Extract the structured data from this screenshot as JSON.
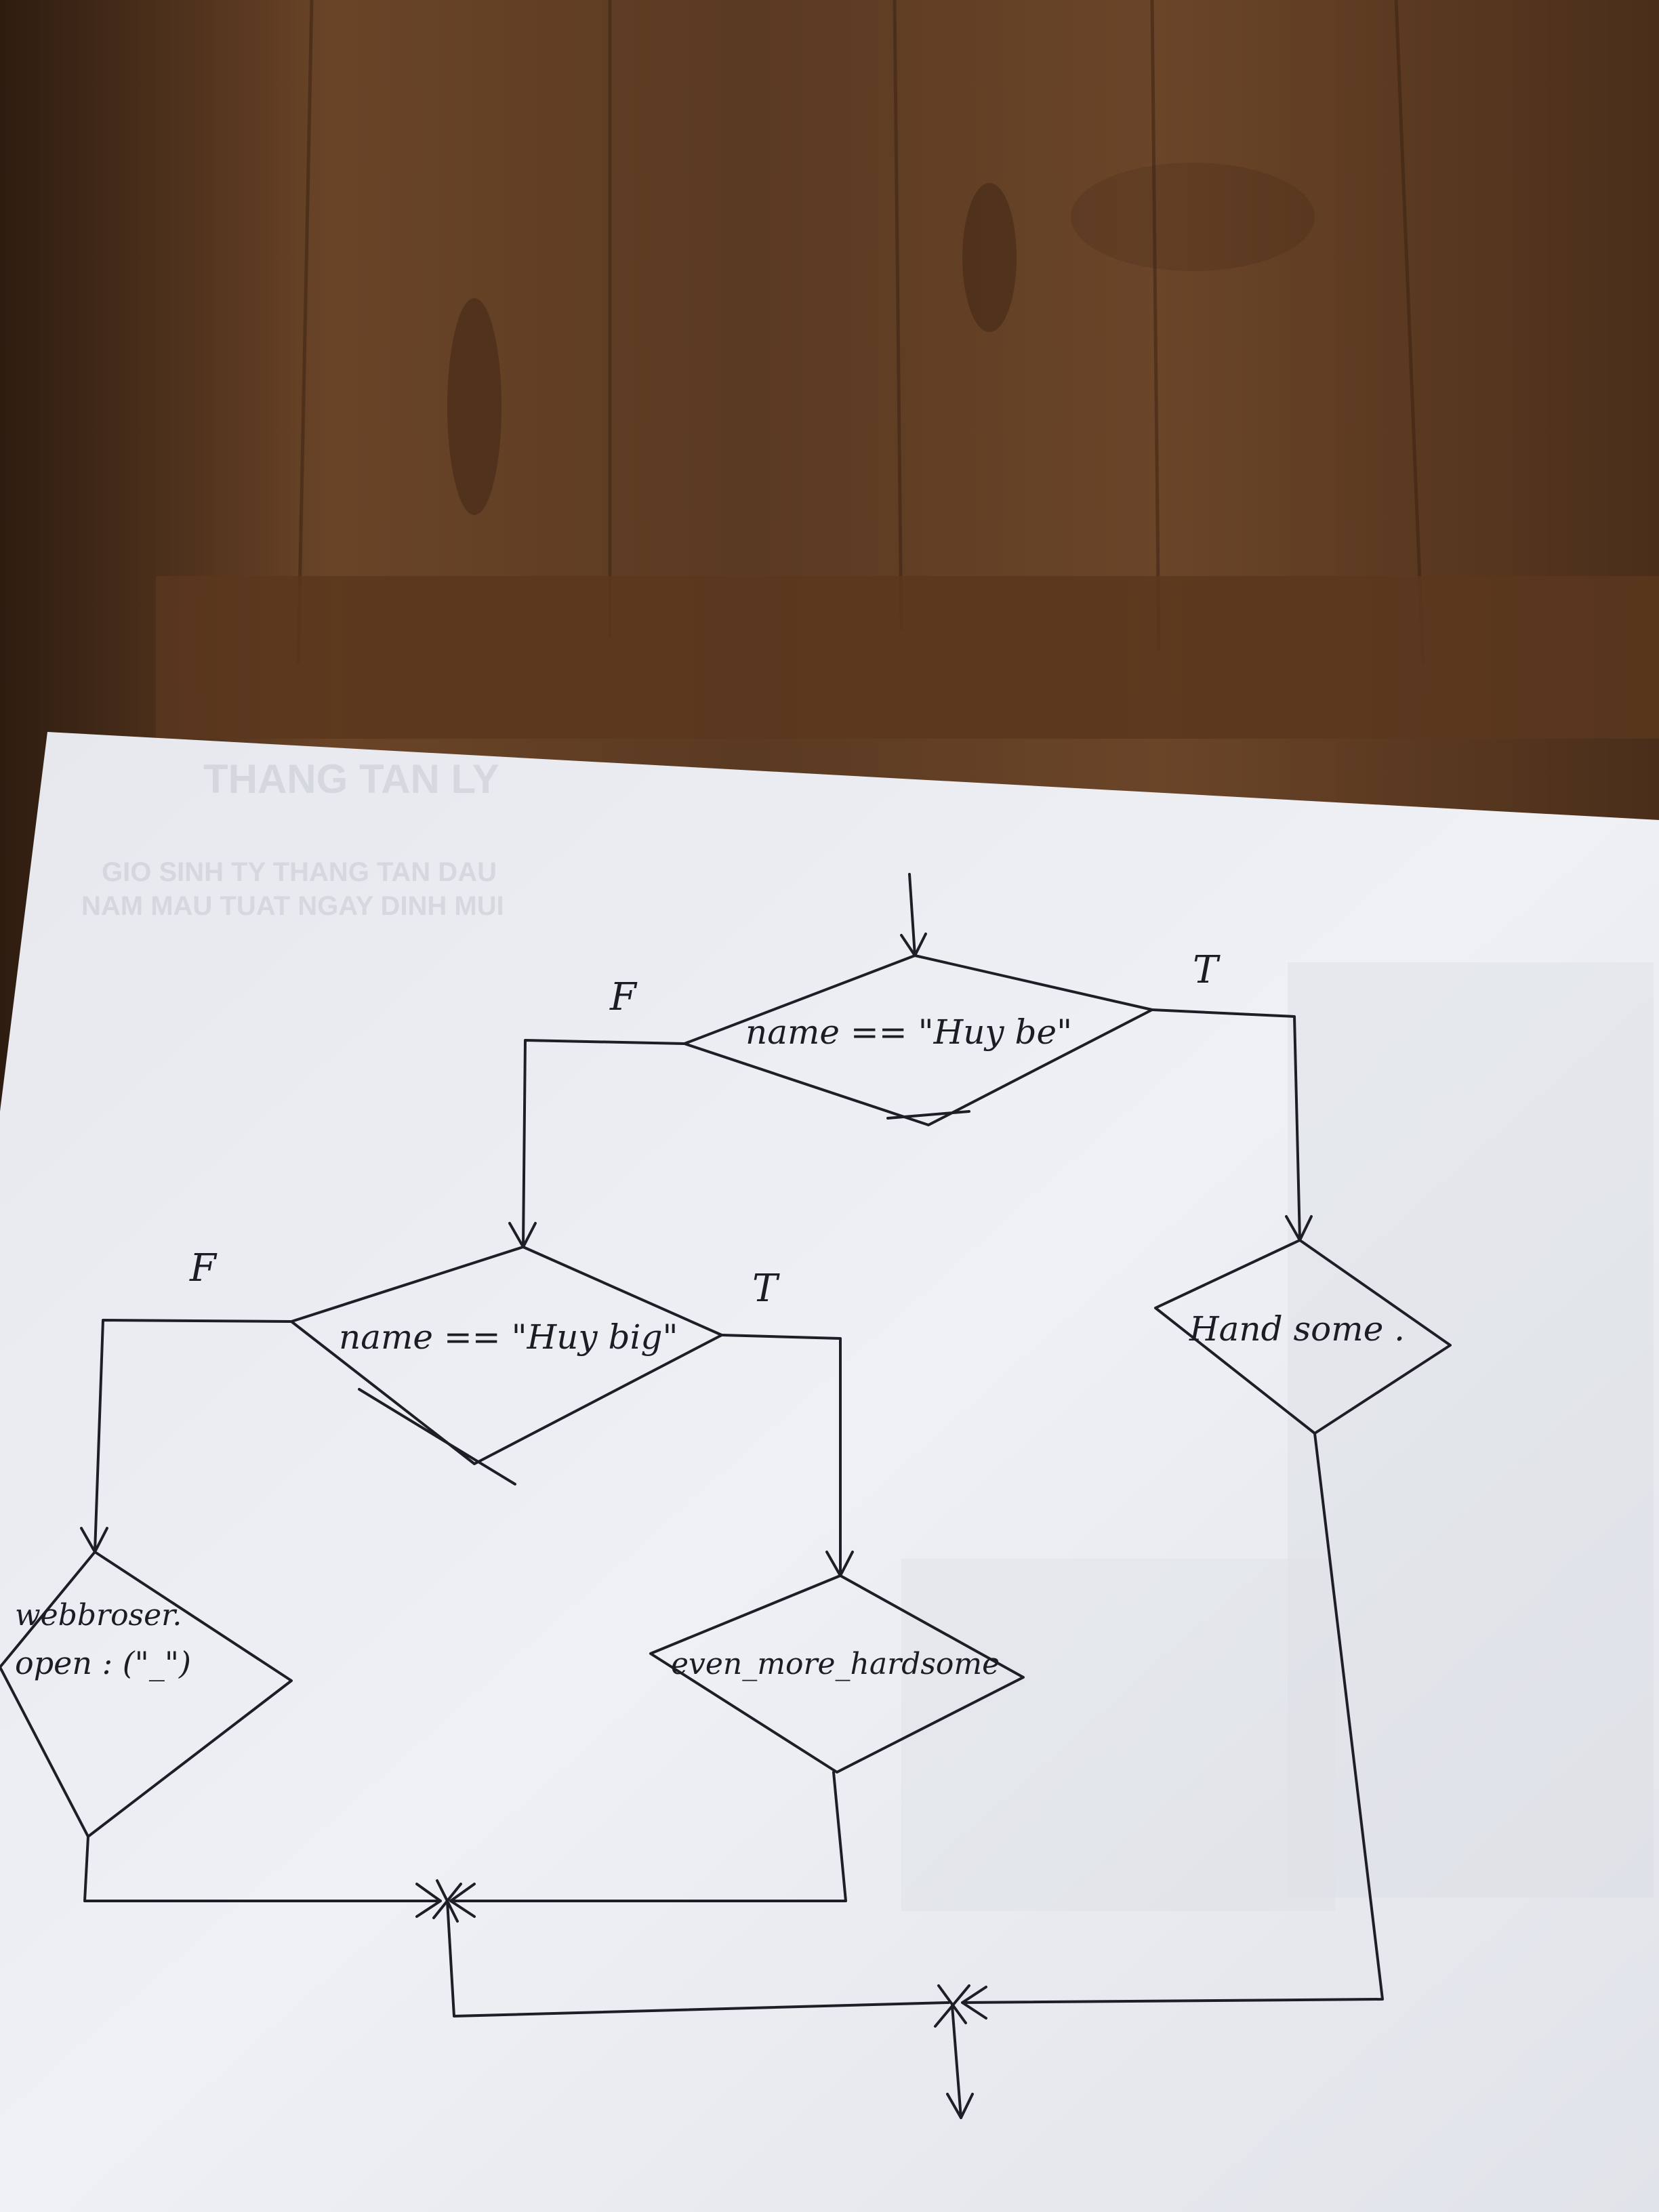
{
  "diagram": {
    "decisions": {
      "d1": {
        "text": "name == \"Huy be\"",
        "true_label": "T",
        "false_label": "F"
      },
      "d2": {
        "text": "name == \"Huy big\"",
        "true_label": "T",
        "false_label": "F"
      }
    },
    "outputs": {
      "o_right": "Hand some .",
      "o_mid": "even_more_hardsome",
      "o_left_line1": "webbroser.",
      "o_left_line2": "open : (\"_\")"
    }
  },
  "colors": {
    "wood": "#5a3a22",
    "paper": "#eef0f4",
    "ink": "#1e1e26"
  }
}
